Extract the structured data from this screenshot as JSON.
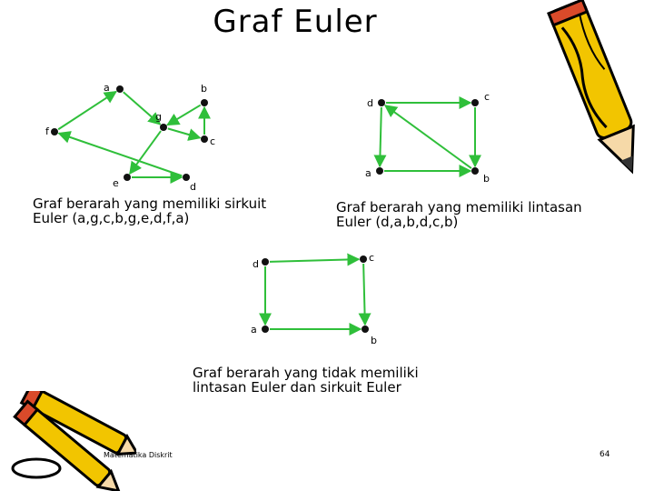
{
  "title": "Graf  Euler",
  "colors": {
    "edge": "#2fbf3a",
    "node": "#111111"
  },
  "graphs": [
    {
      "id": "g1",
      "caption": "Graf berarah yang memiliki sirkuit\nEuler (a,g,c,b,g,e,d,f,a)",
      "nodes": [
        {
          "id": "a",
          "label": "a"
        },
        {
          "id": "b",
          "label": "b"
        },
        {
          "id": "g",
          "label": "g"
        },
        {
          "id": "f",
          "label": "f"
        },
        {
          "id": "c",
          "label": "c"
        },
        {
          "id": "e",
          "label": "e"
        },
        {
          "id": "d",
          "label": "d"
        }
      ],
      "edges": [
        [
          "a",
          "g"
        ],
        [
          "g",
          "c"
        ],
        [
          "c",
          "b"
        ],
        [
          "b",
          "g"
        ],
        [
          "g",
          "e"
        ],
        [
          "e",
          "d"
        ],
        [
          "d",
          "f"
        ],
        [
          "f",
          "a"
        ]
      ]
    },
    {
      "id": "g2",
      "caption": "Graf berarah yang memiliki lintasan\nEuler (d,a,b,d,c,b)",
      "nodes": [
        {
          "id": "d",
          "label": "d"
        },
        {
          "id": "c",
          "label": "c"
        },
        {
          "id": "a",
          "label": "a"
        },
        {
          "id": "b",
          "label": "b"
        }
      ],
      "edges": [
        [
          "d",
          "a"
        ],
        [
          "a",
          "b"
        ],
        [
          "b",
          "d"
        ],
        [
          "d",
          "c"
        ],
        [
          "c",
          "b"
        ]
      ]
    },
    {
      "id": "g3",
      "caption": "Graf berarah yang tidak memiliki\nlintasan Euler dan sirkuit Euler",
      "nodes": [
        {
          "id": "d",
          "label": "d"
        },
        {
          "id": "c",
          "label": "c"
        },
        {
          "id": "a",
          "label": "a"
        },
        {
          "id": "b",
          "label": "b"
        }
      ],
      "edges": [
        [
          "d",
          "c"
        ],
        [
          "d",
          "a"
        ],
        [
          "a",
          "b"
        ],
        [
          "c",
          "b"
        ]
      ]
    }
  ],
  "footer": "Matematika Diskrit",
  "page_number": "64",
  "decorations": [
    "pencil-icon",
    "pencils-icon"
  ]
}
